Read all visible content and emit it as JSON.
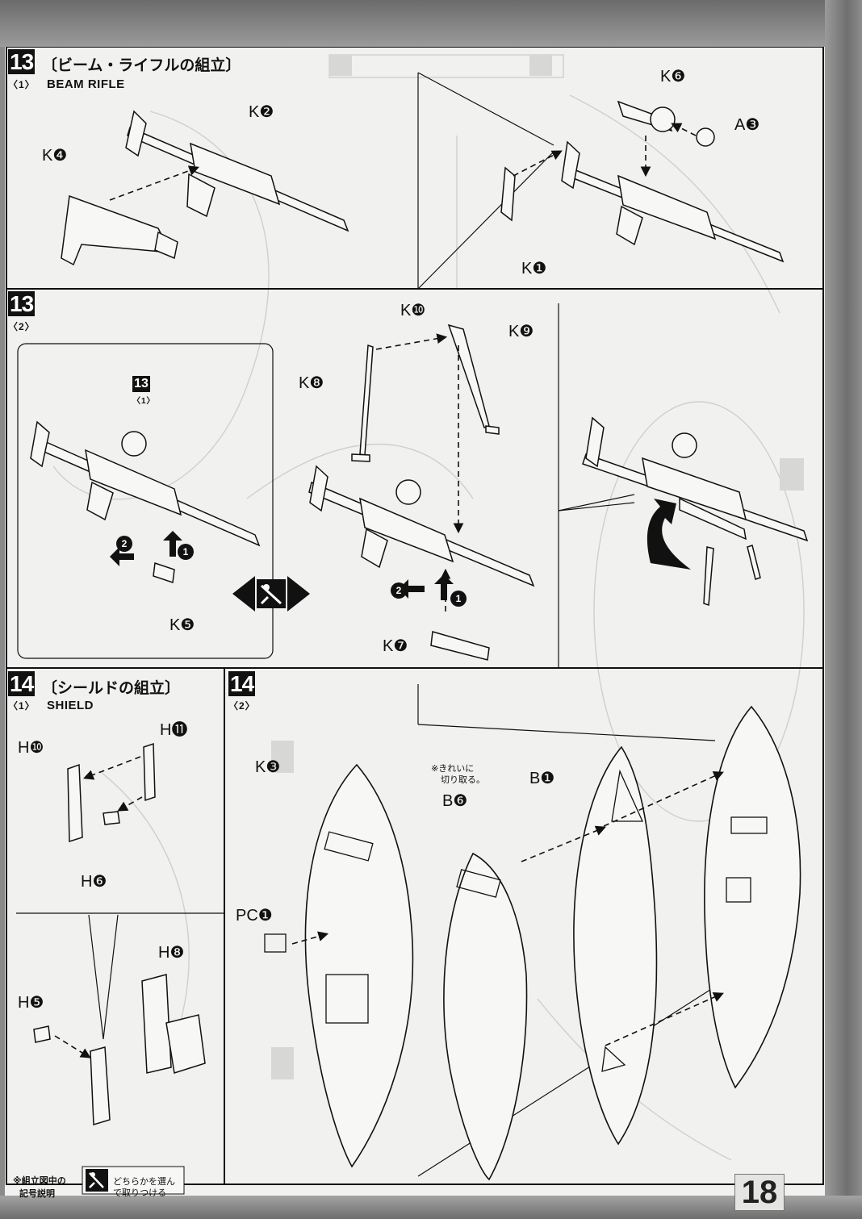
{
  "steps": {
    "s13_1": {
      "number": "13",
      "sub": "〈1〉",
      "title_jp": "〔ビーム・ライフルの組立〕",
      "title_en": "BEAM RIFLE"
    },
    "s13_2": {
      "number": "13",
      "sub": "〈2〉",
      "ref_number": "13",
      "ref_sub": "〈1〉"
    },
    "s14_1": {
      "number": "14",
      "sub": "〈1〉",
      "title_jp": "〔シールドの組立〕",
      "title_en": "SHIELD"
    },
    "s14_2": {
      "number": "14",
      "sub": "〈2〉"
    }
  },
  "parts": {
    "k1": "K❶",
    "k2": "K❷",
    "k3": "K❸",
    "k4": "K❹",
    "k5": "K❺",
    "k6": "K❻",
    "k7": "K❼",
    "k8": "K❽",
    "k9": "K❾",
    "k10": "K❿",
    "a3": "A❸",
    "b1": "B❶",
    "b6": "B❻",
    "h5": "H❺",
    "h6": "H❻",
    "h8": "H❽",
    "h10": "H❿",
    "h11": "H⓫",
    "pc1": "PC❶"
  },
  "notes": {
    "cut_clean": [
      "※きれいに",
      "切り取る。"
    ]
  },
  "legend": {
    "heading": [
      "※組立図中の",
      "記号説明"
    ],
    "choose": [
      "どちらかを選ん",
      "で取りつける"
    ]
  },
  "page_number": "18",
  "colors": {
    "ink": "#111111",
    "paper": "#f1f1ef",
    "ghost": "#c9c9c7"
  }
}
